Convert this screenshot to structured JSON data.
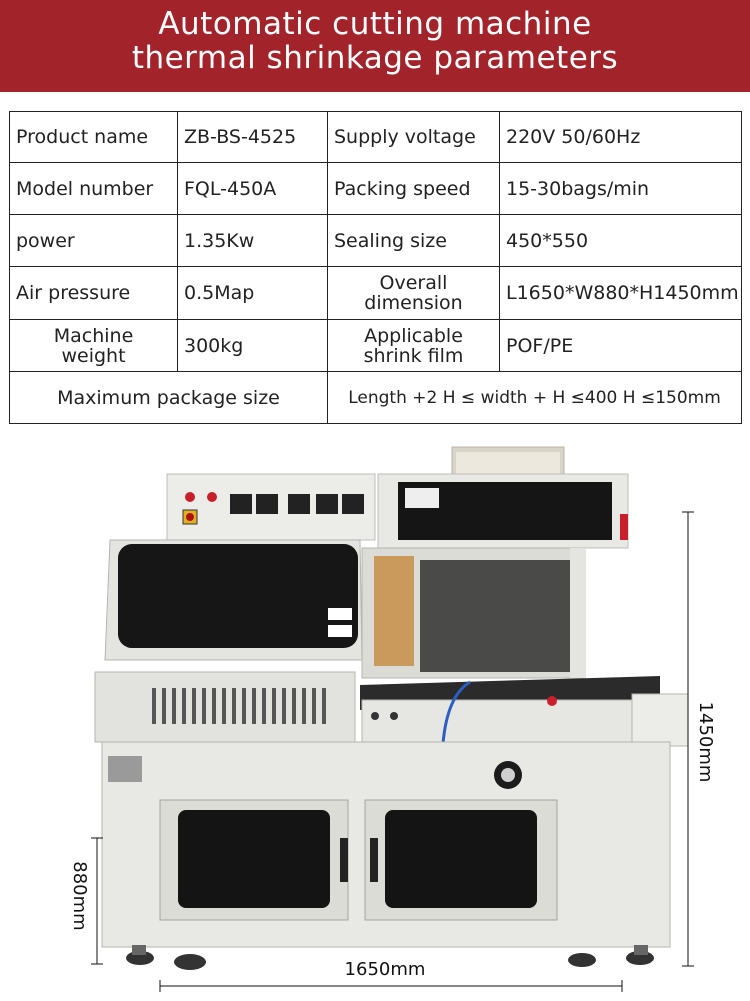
{
  "header": {
    "line1": "Automatic cutting machine",
    "line2": "thermal shrinkage parameters"
  },
  "specs": {
    "product_name_label": "Product name",
    "product_name_value": "ZB-BS-4525",
    "supply_voltage_label": "Supply voltage",
    "supply_voltage_value": "220V 50/60Hz",
    "model_number_label": "Model number",
    "model_number_value": "FQL-450A",
    "packing_speed_label": "Packing speed",
    "packing_speed_value": "15-30bags/min",
    "power_label": "power",
    "power_value": "1.35Kw",
    "sealing_size_label": "Sealing size",
    "sealing_size_value": "450*550",
    "air_pressure_label": "Air pressure",
    "air_pressure_value": "0.5Map",
    "overall_dimension_label_1": "Overall",
    "overall_dimension_label_2": "dimension",
    "overall_dimension_value": "L1650*W880*H1450mm",
    "machine_weight_label_1": "Machine",
    "machine_weight_label_2": "weight",
    "machine_weight_value": "300kg",
    "shrink_film_label_1": "Applicable",
    "shrink_film_label_2": "shrink film",
    "shrink_film_value": "POF/PE",
    "max_package_label": "Maximum package size",
    "max_package_value": "Length +2 H ≤ width + H ≤400 H ≤150mm"
  },
  "dimensions": {
    "height": "1450mm",
    "depth": "880mm",
    "length": "1650mm"
  },
  "colors": {
    "banner": "#a3232a",
    "machine_body": "#e6e6e2",
    "window": "#141414"
  }
}
